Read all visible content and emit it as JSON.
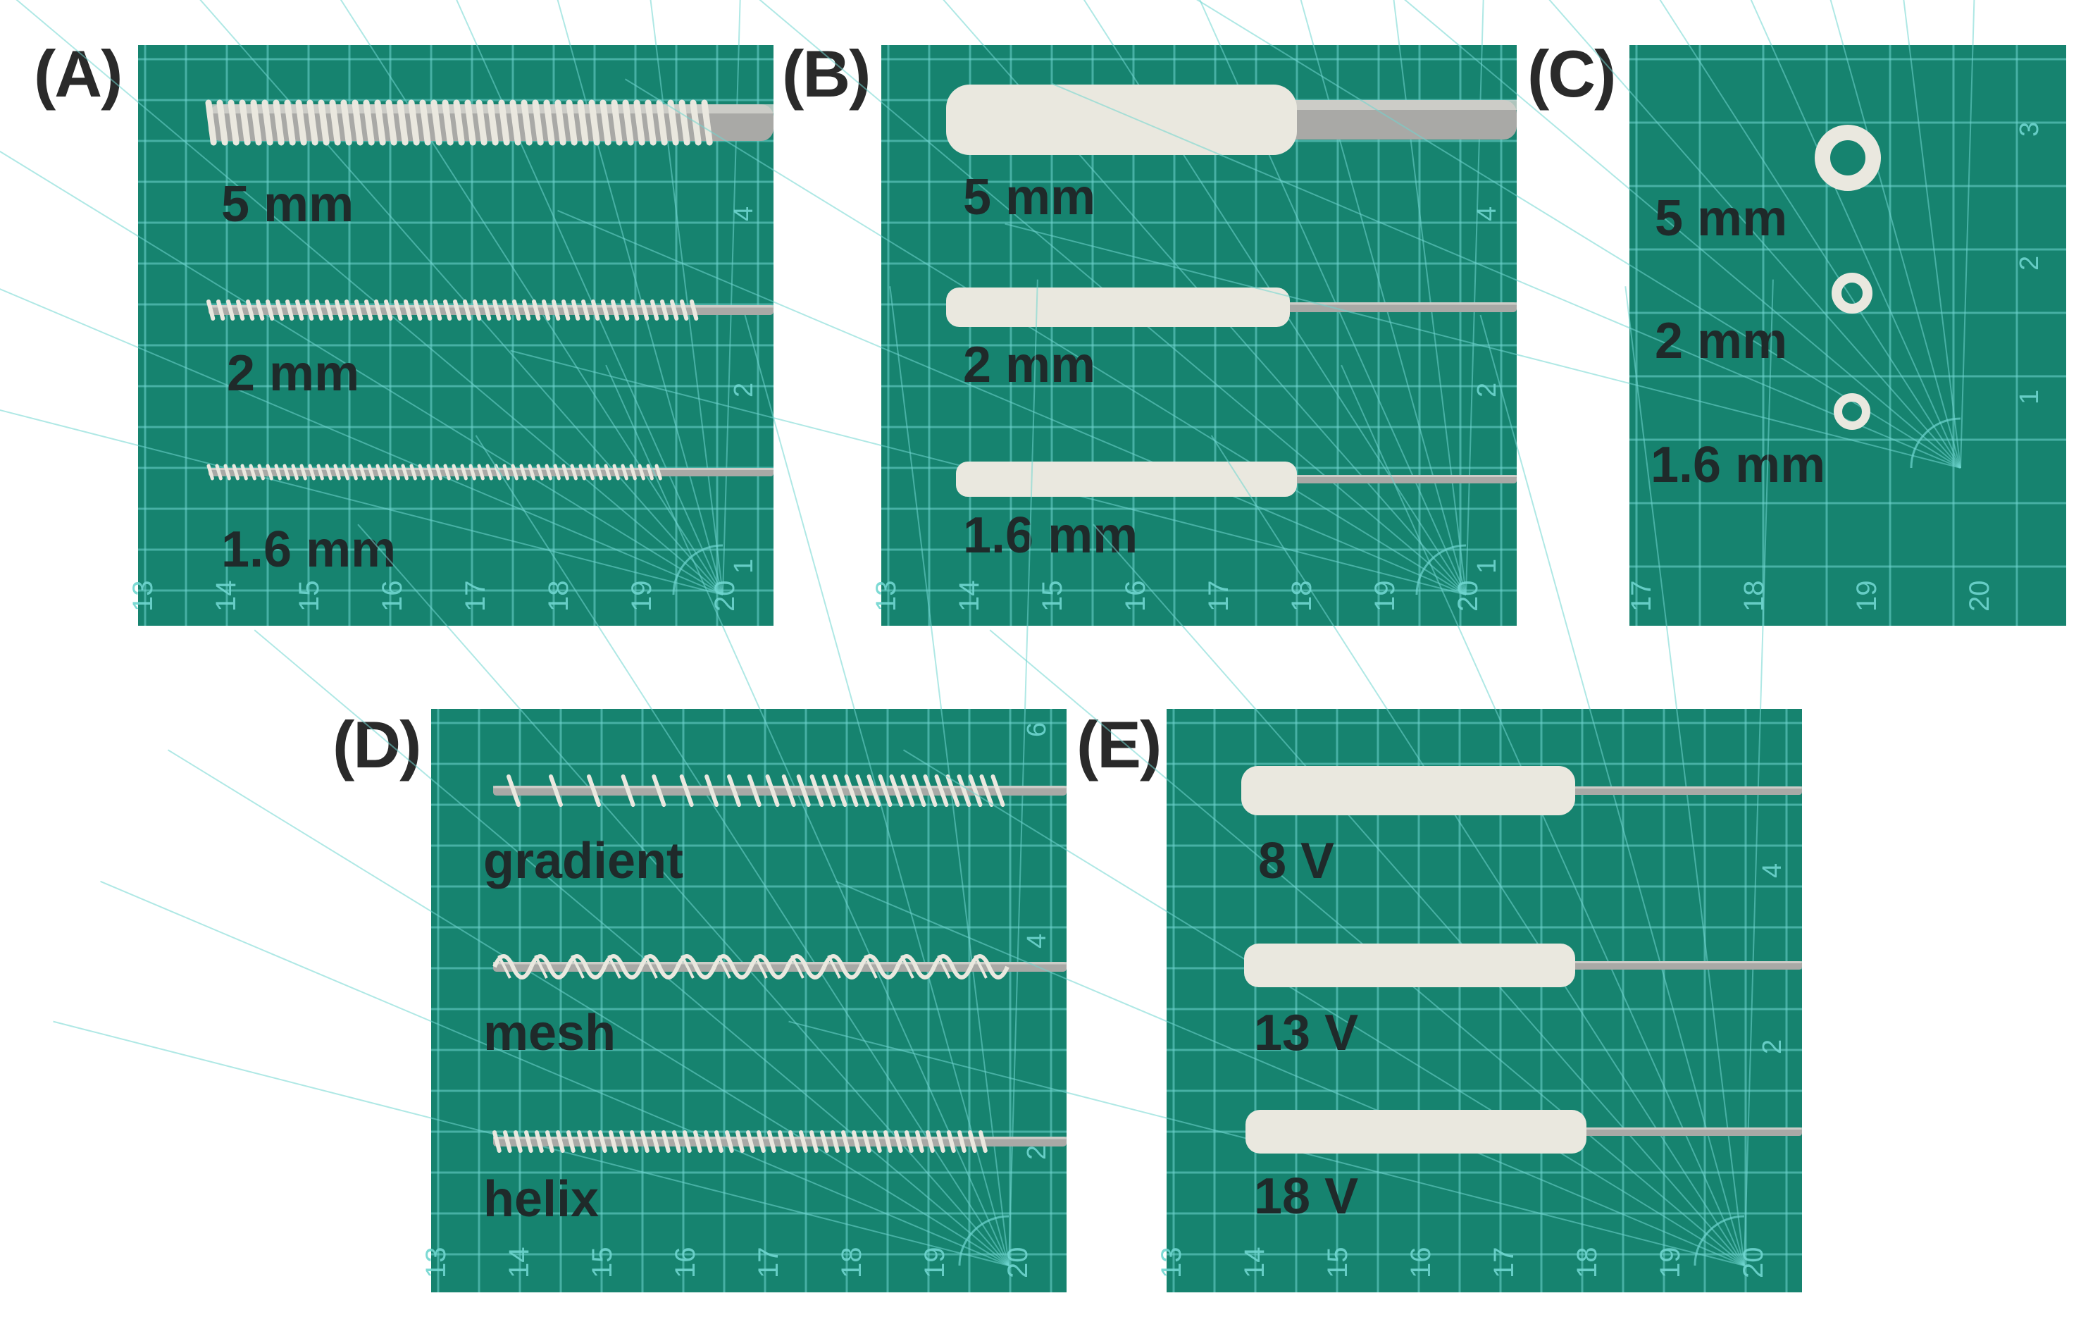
{
  "colors": {
    "mat_green": "#16836f",
    "grid_line": "#6fd6d0",
    "rod_metal": "#a9a9a6",
    "scaffold_white": "#eae8df",
    "label_text": "#1f2a2a"
  },
  "panels": [
    {
      "letter": "(A)",
      "labels": [
        "5 mm",
        "2 mm",
        "1.6 mm"
      ],
      "ruler_numbers": [
        "13",
        "14",
        "15",
        "16",
        "17",
        "18",
        "19",
        "20"
      ],
      "side_numbers": [
        "4",
        "2",
        "1"
      ]
    },
    {
      "letter": "(B)",
      "labels": [
        "5 mm",
        "2 mm",
        "1.6 mm"
      ],
      "ruler_numbers": [
        "13",
        "14",
        "15",
        "16",
        "17",
        "18",
        "19",
        "20"
      ],
      "side_numbers": [
        "4",
        "2",
        "1"
      ]
    },
    {
      "letter": "(C)",
      "labels": [
        "5 mm",
        "2 mm",
        "1.6 mm"
      ],
      "ruler_numbers": [
        "17",
        "18",
        "19",
        "20"
      ],
      "side_numbers": [
        "3",
        "2",
        "1"
      ]
    },
    {
      "letter": "(D)",
      "labels": [
        "gradient",
        "mesh",
        "helix"
      ],
      "ruler_numbers": [
        "13",
        "14",
        "15",
        "16",
        "17",
        "18",
        "19",
        "20"
      ],
      "side_numbers": [
        "6",
        "4",
        "2"
      ]
    },
    {
      "letter": "(E)",
      "labels": [
        "8 V",
        "13 V",
        "18 V"
      ],
      "ruler_numbers": [
        "13",
        "14",
        "15",
        "16",
        "17",
        "18",
        "19",
        "20"
      ],
      "side_numbers": [
        "4",
        "2"
      ]
    }
  ]
}
